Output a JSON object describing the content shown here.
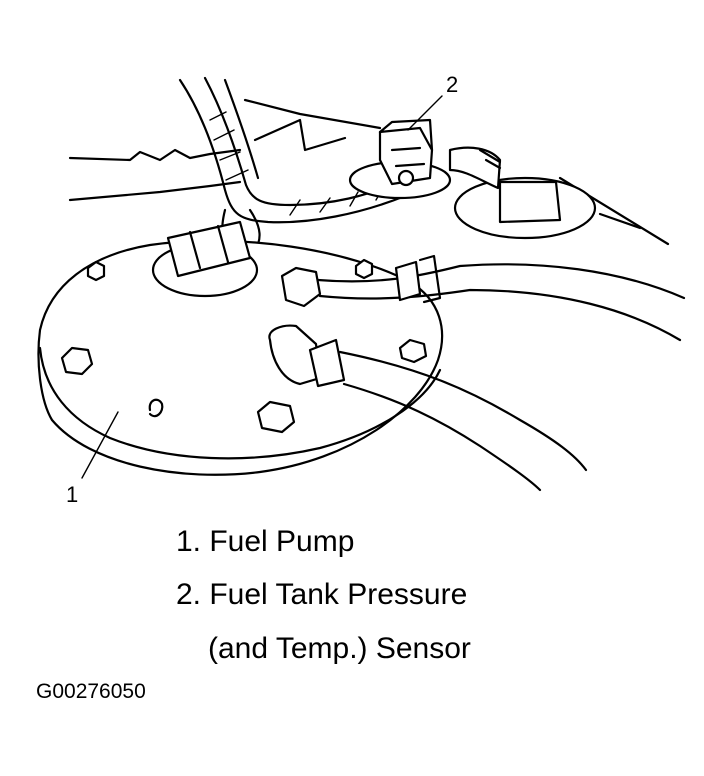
{
  "callouts": {
    "pump_number": "1",
    "sensor_number": "2"
  },
  "legend": {
    "item_1": "1. Fuel Pump",
    "item_2_line_1": "2. Fuel Tank Pressure",
    "item_2_line_2": "(and Temp.) Sensor"
  },
  "figure_code": "G00276050",
  "colors": {
    "line": "#000000",
    "background": "#ffffff"
  }
}
